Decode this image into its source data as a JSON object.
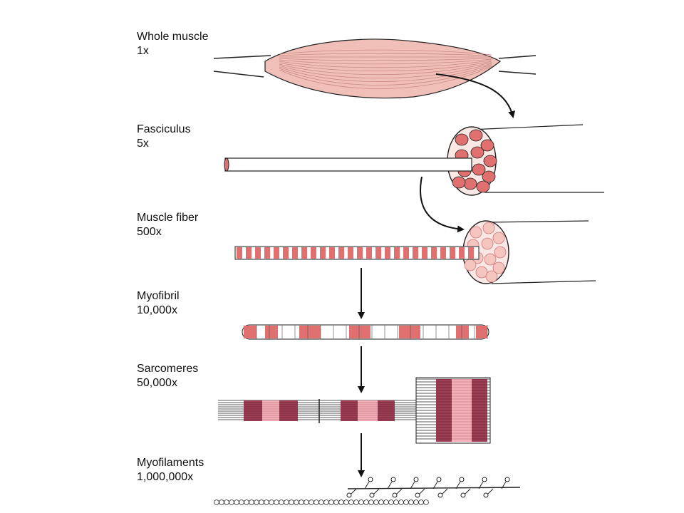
{
  "levels": [
    {
      "name": "Whole muscle",
      "magnification": "1x"
    },
    {
      "name": "Fasciculus",
      "magnification": "5x"
    },
    {
      "name": "Muscle fiber",
      "magnification": "500x"
    },
    {
      "name": "Myofibril",
      "magnification": "10,000x"
    },
    {
      "name": "Sarcomeres",
      "magnification": "50,000x"
    },
    {
      "name": "Myofilaments",
      "magnification": "1,000,000x"
    }
  ],
  "colors": {
    "muscle_fill": "#f0c0b8",
    "muscle_stroke": "#c98a82",
    "fiber_red": "#e07070",
    "fiber_light": "#f5c6c0",
    "band_dark": "#8a1f3a",
    "band_pink": "#f09aa5",
    "line": "#111111"
  }
}
